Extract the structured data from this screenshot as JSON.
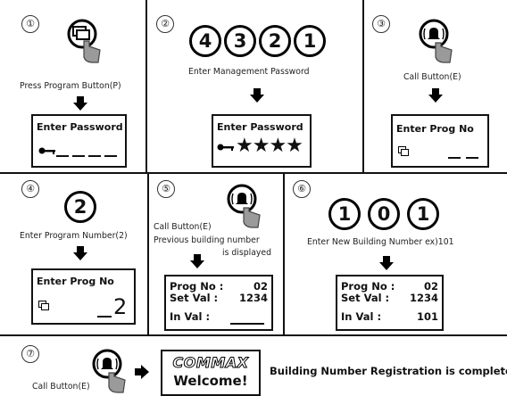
{
  "steps": {
    "s1": {
      "num": "①",
      "caption": "Press Program Button(P)",
      "lcd_title": "Enter Password"
    },
    "s2": {
      "num": "②",
      "digits": [
        "4",
        "3",
        "2",
        "1"
      ],
      "caption": "Enter Management Password",
      "lcd_title": "Enter Password",
      "masked": "★★★★"
    },
    "s3": {
      "num": "③",
      "caption": "Call Button(E)",
      "lcd_title": "Enter Prog  No"
    },
    "s4": {
      "num": "④",
      "digit": "2",
      "caption": "Enter Program Number(2)",
      "lcd_title": "Enter Prog  No",
      "value": "2"
    },
    "s5": {
      "num": "⑤",
      "caption_line1": "Call Button(E)",
      "caption_line2": "Previous building number",
      "caption_line3": "is displayed",
      "lcd": {
        "prog_label": "Prog No :",
        "prog_val": "02",
        "set_label": "Set  Val :",
        "set_val": "1234",
        "in_label": "In Val :",
        "in_val": ""
      }
    },
    "s6": {
      "num": "⑥",
      "digits": [
        "1",
        "0",
        "1"
      ],
      "caption": "Enter New Building Number ex)101",
      "lcd": {
        "prog_label": "Prog No :",
        "prog_val": "02",
        "set_label": "Set  Val :",
        "set_val": "1234",
        "in_label": "In Val :",
        "in_val": "101"
      }
    },
    "s7": {
      "num": "⑦",
      "caption": "Call Button(E)",
      "brand": "COMMAX",
      "welcome": "Welcome!",
      "message": "Building Number Registration is completed"
    }
  },
  "colors": {
    "line": "#111111",
    "hand_gray": "#9a9a9a"
  },
  "icons": [
    "program-button-hand-icon",
    "call-button-hand-icon",
    "down-arrow-icon",
    "right-arrow-icon",
    "key-icon",
    "program-icon"
  ]
}
